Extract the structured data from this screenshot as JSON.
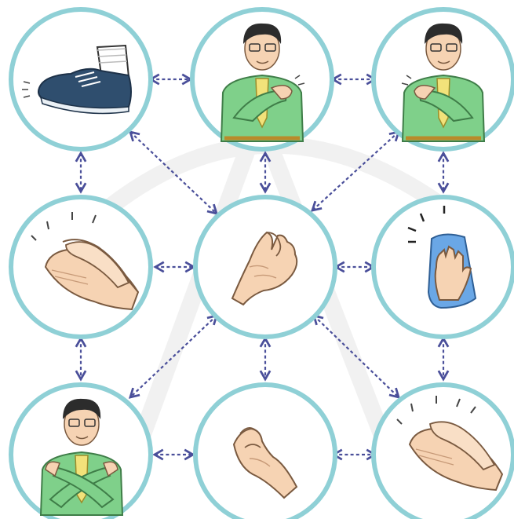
{
  "diagram": {
    "colors": {
      "ring": "#8fd0d6",
      "arrow": "#4a4f9a",
      "shirt": "#7fd08a",
      "tie": "#f2e27a",
      "skin": "#f6d3b3",
      "hair": "#2c2c2c",
      "shoe": "#2f4e6e",
      "towel": "#6aa7e6"
    },
    "nodes": [
      {
        "id": "shoe",
        "icon": "stomp-shoe-icon"
      },
      {
        "id": "man-right-chest",
        "icon": "hand-on-chest-icon"
      },
      {
        "id": "man-left-chest",
        "icon": "hand-on-chest-icon"
      },
      {
        "id": "clap-1",
        "icon": "clapping-hands-icon"
      },
      {
        "id": "snap-center",
        "icon": "finger-snap-icon"
      },
      {
        "id": "pat-towel",
        "icon": "hand-pat-icon"
      },
      {
        "id": "man-crossed-arms",
        "icon": "crossed-arms-icon"
      },
      {
        "id": "snap-bottom",
        "icon": "finger-snap-icon"
      },
      {
        "id": "clap-2",
        "icon": "clapping-hands-icon"
      }
    ],
    "connections": [
      [
        "shoe",
        "man-right-chest"
      ],
      [
        "man-right-chest",
        "man-left-chest"
      ],
      [
        "shoe",
        "clap-1"
      ],
      [
        "man-right-chest",
        "snap-center"
      ],
      [
        "man-left-chest",
        "pat-towel"
      ],
      [
        "shoe",
        "snap-center"
      ],
      [
        "man-left-chest",
        "snap-center"
      ],
      [
        "clap-1",
        "snap-center"
      ],
      [
        "snap-center",
        "pat-towel"
      ],
      [
        "clap-1",
        "man-crossed-arms"
      ],
      [
        "snap-center",
        "snap-bottom"
      ],
      [
        "pat-towel",
        "clap-2"
      ],
      [
        "snap-center",
        "man-crossed-arms"
      ],
      [
        "snap-center",
        "clap-2"
      ],
      [
        "man-crossed-arms",
        "snap-bottom"
      ],
      [
        "snap-bottom",
        "clap-2"
      ]
    ]
  }
}
